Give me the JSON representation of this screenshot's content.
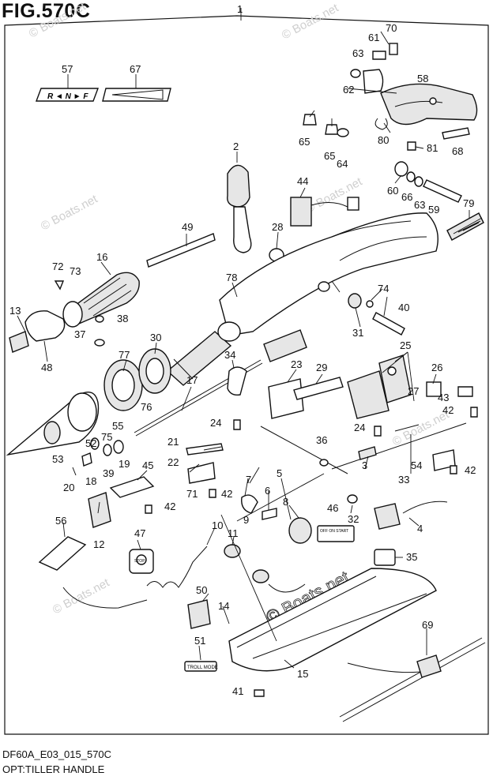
{
  "figure": {
    "title": "FIG.570C",
    "footer_line1": "DF60A_E03_015_570C",
    "footer_line2": "OPT:TILLER HANDLE"
  },
  "watermark": "© Boats.net",
  "labels": {
    "decals": {
      "shift": "R ◄ N ► F",
      "off_on_start": "OFF ON START",
      "stop": "STOP",
      "troll": "TROLL MODE"
    }
  },
  "callouts": [
    "1",
    "2",
    "3",
    "4",
    "5",
    "6",
    "7",
    "8",
    "9",
    "10",
    "11",
    "12",
    "13",
    "14",
    "15",
    "16",
    "17",
    "18",
    "19",
    "20",
    "21",
    "22",
    "23",
    "24",
    "24",
    "25",
    "26",
    "27",
    "28",
    "29",
    "30",
    "31",
    "32",
    "33",
    "34",
    "35",
    "36",
    "37",
    "38",
    "39",
    "40",
    "41",
    "42",
    "42",
    "42",
    "42",
    "43",
    "44",
    "45",
    "46",
    "47",
    "48",
    "49",
    "50",
    "51",
    "52",
    "53",
    "54",
    "55",
    "56",
    "57",
    "58",
    "59",
    "60",
    "61",
    "62",
    "63",
    "63",
    "64",
    "65",
    "65",
    "66",
    "67",
    "68",
    "69",
    "70",
    "71",
    "72",
    "73",
    "74",
    "75",
    "76",
    "77",
    "78",
    "79",
    "80",
    "81"
  ]
}
